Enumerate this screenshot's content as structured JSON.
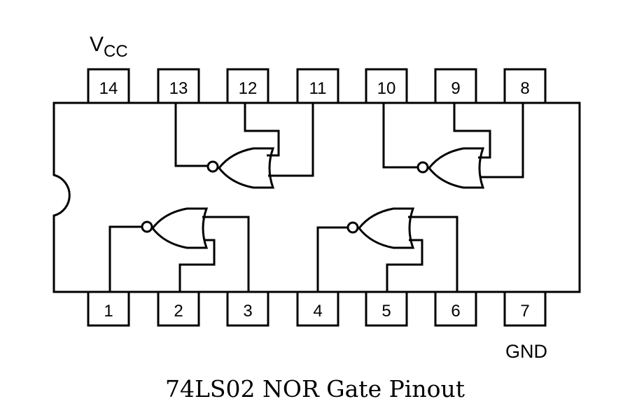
{
  "title": "74LS02 NOR Gate Pinout",
  "vcc": {
    "main": "V",
    "sub": "CC"
  },
  "gnd": "GND",
  "pins_top": [
    {
      "label": "14"
    },
    {
      "label": "13"
    },
    {
      "label": "12"
    },
    {
      "label": "11"
    },
    {
      "label": "10"
    },
    {
      "label": "9"
    },
    {
      "label": "8"
    }
  ],
  "pins_bottom": [
    {
      "label": "1"
    },
    {
      "label": "2"
    },
    {
      "label": "3"
    },
    {
      "label": "4"
    },
    {
      "label": "5"
    },
    {
      "label": "6"
    },
    {
      "label": "7"
    }
  ],
  "gates": [
    {
      "name": "gate-1",
      "inputs": [
        "2",
        "3"
      ],
      "output": "1"
    },
    {
      "name": "gate-2",
      "inputs": [
        "5",
        "6"
      ],
      "output": "4"
    },
    {
      "name": "gate-3",
      "inputs": [
        "12",
        "11"
      ],
      "output": "13"
    },
    {
      "name": "gate-4",
      "inputs": [
        "9",
        "8"
      ],
      "output": "10"
    }
  ]
}
